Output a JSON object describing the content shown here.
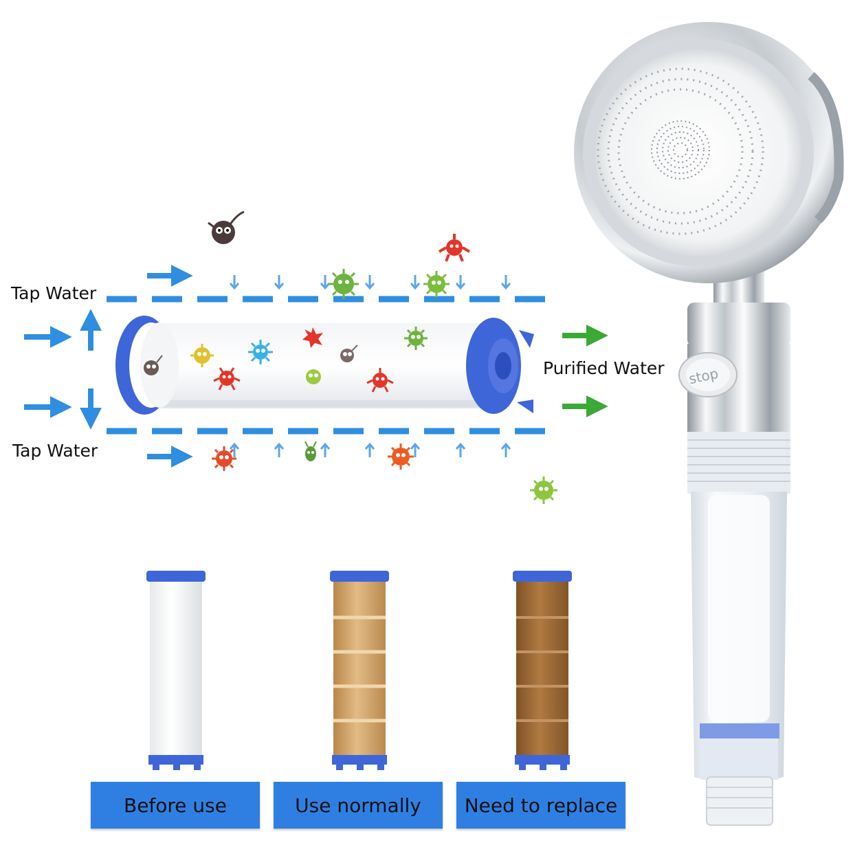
{
  "labels": {
    "tap_water_top": "Tap Water",
    "tap_water_bottom": "Tap Water",
    "purified_water": "Purified Water",
    "stop_button": "stop"
  },
  "stages": [
    {
      "label": "Before use",
      "color": "#f7f7f4"
    },
    {
      "label": "Use normally",
      "color": "#d7aa6f"
    },
    {
      "label": "Need to replace",
      "color": "#9b6a37"
    }
  ],
  "colors": {
    "flow_arrow": "#2f8ee0",
    "purified_arrow": "#3aa935",
    "filter_cap": "#3f66d8",
    "stage_button": "#2f7fe3"
  },
  "icons": [
    "right-arrow-icon",
    "down-arrow-icon",
    "up-arrow-icon",
    "germ-icon",
    "shower-head-icon",
    "filter-cartridge-icon"
  ]
}
